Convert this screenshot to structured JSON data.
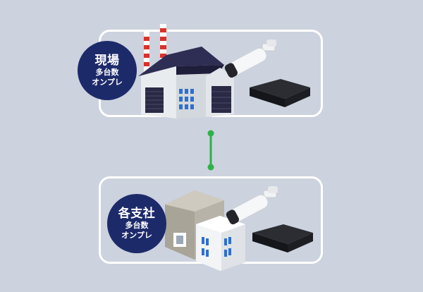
{
  "diagram": {
    "top_site": {
      "title": "現場",
      "line1": "多台数",
      "line2": "オンプレ"
    },
    "bottom_site": {
      "title": "各支社",
      "line1": "多台数",
      "line2": "オンプレ"
    },
    "colors": {
      "background": "#ccd2de",
      "frame": "#ffffff",
      "badge": "#1d2a6a",
      "connector": "#2db24a"
    },
    "icons": [
      "factory-icon",
      "security-camera-icon",
      "recorder-box-icon",
      "office-building-icon"
    ]
  }
}
